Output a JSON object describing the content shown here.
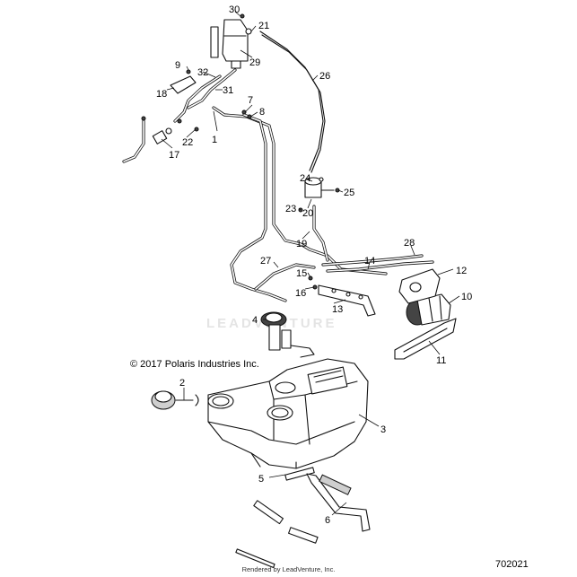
{
  "copyright": "© 2017 Polaris Industries Inc.",
  "document_number": "702021",
  "rendered_by": "Rendered by LeadVenture, Inc.",
  "watermark": "LEADVENTURE",
  "callouts": [
    "1",
    "2",
    "3",
    "4",
    "5",
    "6",
    "7",
    "8",
    "9",
    "10",
    "11",
    "12",
    "13",
    "14",
    "15",
    "16",
    "17",
    "18",
    "19",
    "20",
    "21",
    "22",
    "23",
    "24",
    "25",
    "26",
    "27",
    "28",
    "29",
    "30",
    "31",
    "32"
  ]
}
